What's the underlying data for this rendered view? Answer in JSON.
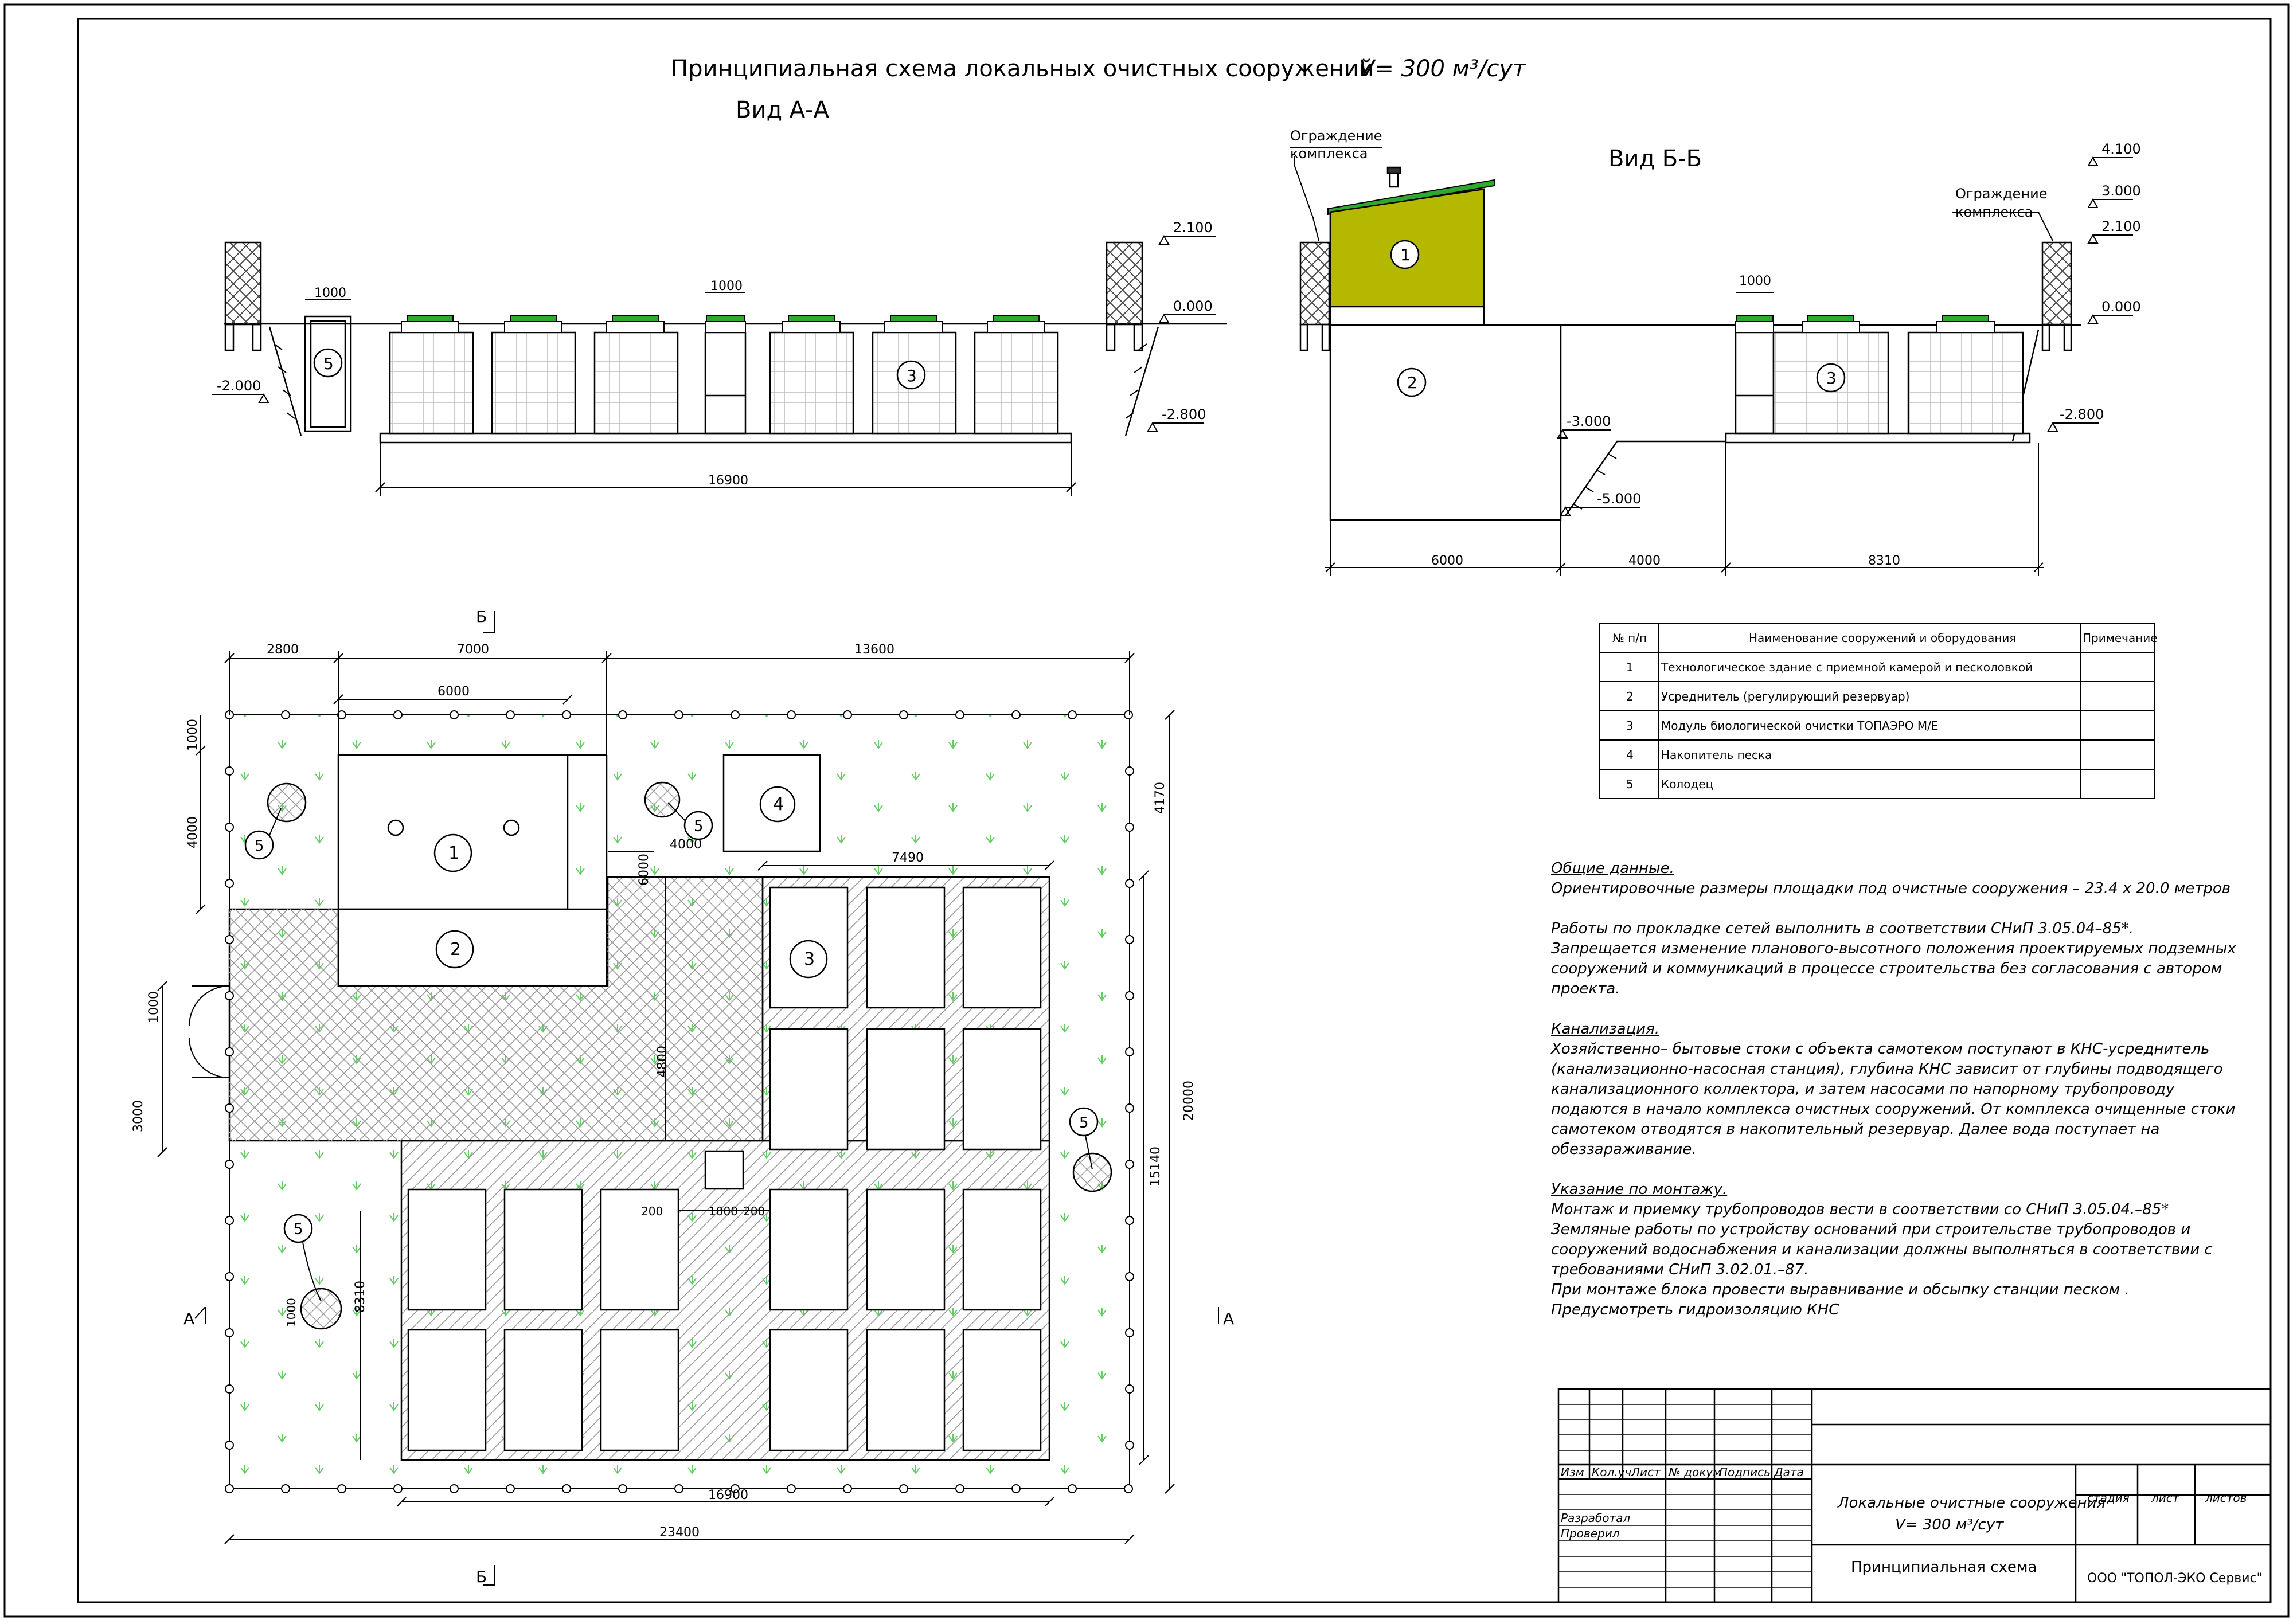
{
  "title": "Принципиальная схема локальных очистных сооружений",
  "title_volume": "V= 300 м³/сут",
  "view_aa": {
    "label": "Вид А-А",
    "levels": [
      "2.100",
      "0.000",
      "-2.000",
      "-2.800"
    ],
    "dims": {
      "total": "16900",
      "well": "1000",
      "manhole": "1000"
    },
    "callouts": [
      "5",
      "3"
    ]
  },
  "view_bb": {
    "label": "Вид Б-Б",
    "fence_left": [
      "Ограждение",
      "комплекса"
    ],
    "fence_right": [
      "Ограждение",
      "комплекса"
    ],
    "levels": [
      "4.100",
      "3.000",
      "2.100",
      "0.000",
      "-2.800",
      "-3.000",
      "-5.000"
    ],
    "dims": [
      "6000",
      "4000",
      "8310",
      "1000"
    ],
    "callouts": [
      "1",
      "2",
      "3"
    ]
  },
  "plan": {
    "section_marks": {
      "b": "Б",
      "a": "А"
    },
    "dims": {
      "top": [
        "2800",
        "7000",
        "13600"
      ],
      "inner": "6000",
      "blocks": "7490",
      "left": [
        "1000",
        "4000",
        "1000",
        "3000"
      ],
      "right": [
        "4170",
        "20000",
        "15140"
      ],
      "mid": [
        "4000",
        "6000",
        "4800",
        "200",
        "1000",
        "200",
        "8310",
        "1000"
      ],
      "bottom": [
        "16900",
        "23400"
      ]
    },
    "callouts": [
      "1",
      "2",
      "3",
      "4",
      "5",
      "5",
      "5",
      "5"
    ]
  },
  "table": {
    "headers": [
      "№ п/п",
      "Наименование сооружений и оборудования",
      "Примечание"
    ],
    "rows": [
      [
        "1",
        "Технологическое здание с приемной камерой и песколовкой",
        ""
      ],
      [
        "2",
        "Усреднитель (регулирующий резервуар)",
        ""
      ],
      [
        "3",
        "Модуль биологической очистки ТОПАЭРО М/Е",
        ""
      ],
      [
        "4",
        "Накопитель песка",
        ""
      ],
      [
        "5",
        "Колодец",
        ""
      ]
    ]
  },
  "notes": {
    "general_title": "Общие данные.",
    "general_1": "Ориентировочные размеры площадки под очистные сооружения  – 23.4 х 20.0 метров",
    "general_2": "Работы по прокладке сетей выполнить в соответствии СНиП 3.05.04–85*.",
    "general_3": "Запрещается изменение планового-высотного положения проектируемых подземных сооружений и коммуникаций в процессе строительства без согласования с автором проекта.",
    "sewer_title": "Канализация.",
    "sewer_text": "Хозяйственно– бытовые стоки с объекта самотеком поступают в КНС-усреднитель (канализационно-насосная станция), глубина КНС зависит от глубины подводящего канализационного коллектора, и затем насосами по напорному трубопроводу подаются в начало комплекса очистных сооружений. От комплекса очищенные стоки самотеком отводятся в накопительный резервуар. Далее вода поступает на обеззараживание.",
    "mount_title": "Указание по монтажу.",
    "mount_1": "Монтаж и приемку трубопроводов вести в соответствии со СНиП 3.05.04.–85*",
    "mount_2": "Земляные работы по устройству оснований при строительстве трубопроводов и сооружений водоснабжения и канализации должны выполняться в соответствии с требованиями СНиП 3.02.01.–87.",
    "mount_3": "При монтаже блока провести выравнивание и обсыпку станции песком .",
    "mount_4": "Предусмотреть гидроизоляцию КНС"
  },
  "stamp": {
    "cols": [
      "Изм",
      "Кол.уч",
      "Лист",
      "№ докум",
      "Подпись",
      "Дата"
    ],
    "developed": "Разработал",
    "checked": "Проверил",
    "object_line1": "Локальные очистные сооружения",
    "object_line2": "V= 300 м³/сут",
    "stage": "стадия",
    "sheet": "лист",
    "sheets": "листов",
    "drawing": "Принципиальная  схема",
    "company": "ООО \"ТОПОЛ-ЭКО Сервис\""
  },
  "colors": {
    "building": "#b5b800",
    "roof": "#2ea82e",
    "hatch": "#888888",
    "grass": "#66cc66"
  }
}
